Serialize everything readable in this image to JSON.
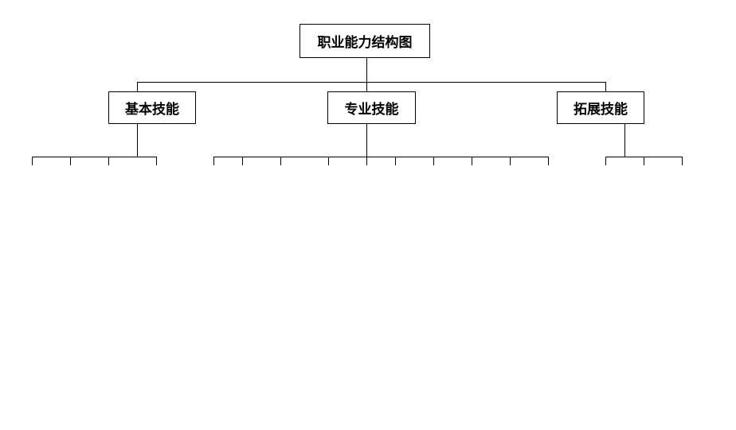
{
  "diagram": {
    "root": {
      "label": "职业能力结构图"
    },
    "branches": [
      {
        "label": "基本技能",
        "leaf_count": 4
      },
      {
        "label": "专业技能",
        "leaf_count": 10
      },
      {
        "label": "拓展技能",
        "leaf_count": 3
      }
    ]
  }
}
